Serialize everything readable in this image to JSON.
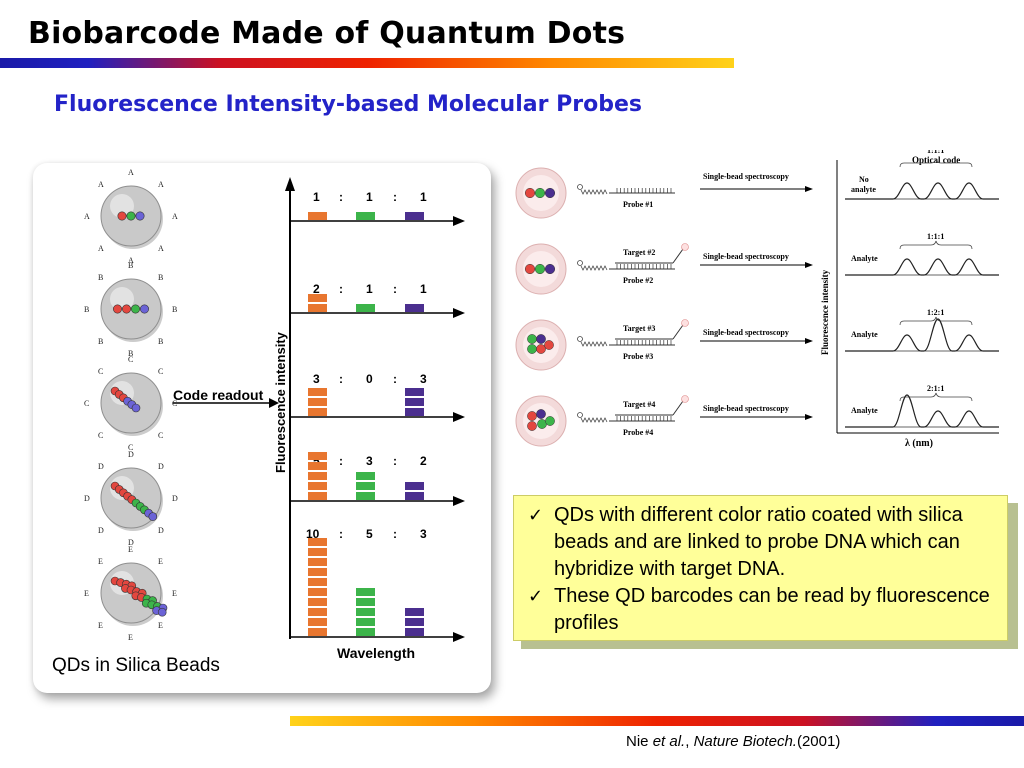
{
  "slide": {
    "title": "Biobarcode Made of Quantum Dots",
    "subtitle": "Fluorescence Intensity-based Molecular Probes"
  },
  "left_panel": {
    "caption": "QDs in Silica Beads",
    "code_readout_label": "Code readout",
    "y_axis_label": "Fluorescence intensity",
    "x_axis_label": "Wavelength",
    "beads": [
      {
        "letter": "A"
      },
      {
        "letter": "B"
      },
      {
        "letter": "C"
      },
      {
        "letter": "D"
      },
      {
        "letter": "E"
      }
    ],
    "ratios": [
      {
        "parts": [
          "1",
          ":",
          "1",
          ":",
          "1"
        ],
        "levels": [
          1,
          1,
          1
        ]
      },
      {
        "parts": [
          "2",
          ":",
          "1",
          ":",
          "1"
        ],
        "levels": [
          2,
          1,
          1
        ]
      },
      {
        "parts": [
          "3",
          ":",
          "0",
          ":",
          "3"
        ],
        "levels": [
          3,
          0,
          3
        ]
      },
      {
        "parts": [
          "5",
          ":",
          "3",
          ":",
          "2"
        ],
        "levels": [
          5,
          3,
          2
        ]
      },
      {
        "parts": [
          "10",
          ":",
          "5",
          ":",
          "3"
        ],
        "levels": [
          10,
          5,
          3
        ]
      }
    ],
    "colors": {
      "orange": "#e8762f",
      "green": "#3cb44a",
      "purple": "#4b2f8f"
    }
  },
  "right_figure": {
    "optical_code_label": "Optical code",
    "y_axis_label": "Fluorescence intensity",
    "x_axis_label": "λ (nm)",
    "rows": [
      {
        "probe": "Probe #1",
        "target": "",
        "spectroscopy": "Single-bead spectroscopy",
        "analyte": "No analyte",
        "code": "1:1:1"
      },
      {
        "probe": "Probe #2",
        "target": "Target #2",
        "spectroscopy": "Single-bead spectroscopy",
        "analyte": "Analyte",
        "code": "1:1:1"
      },
      {
        "probe": "Probe #3",
        "target": "Target #3",
        "spectroscopy": "Single-bead spectroscopy",
        "analyte": "Analyte",
        "code": "1:2:1"
      },
      {
        "probe": "Probe #4",
        "target": "Target #4",
        "spectroscopy": "Single-bead spectroscopy",
        "analyte": "Analyte",
        "code": "2:1:1"
      }
    ]
  },
  "callout": {
    "bullets": [
      "QDs with different color ratio coated with silica beads and are linked to probe DNA which can hybridize with target DNA.",
      "These QD barcodes can be read by fluorescence profiles"
    ]
  },
  "citation": {
    "author": "Nie ",
    "etal": "et al.",
    "sep": ", ",
    "journal": "Nature Biotech.",
    "year": "(2001)"
  }
}
